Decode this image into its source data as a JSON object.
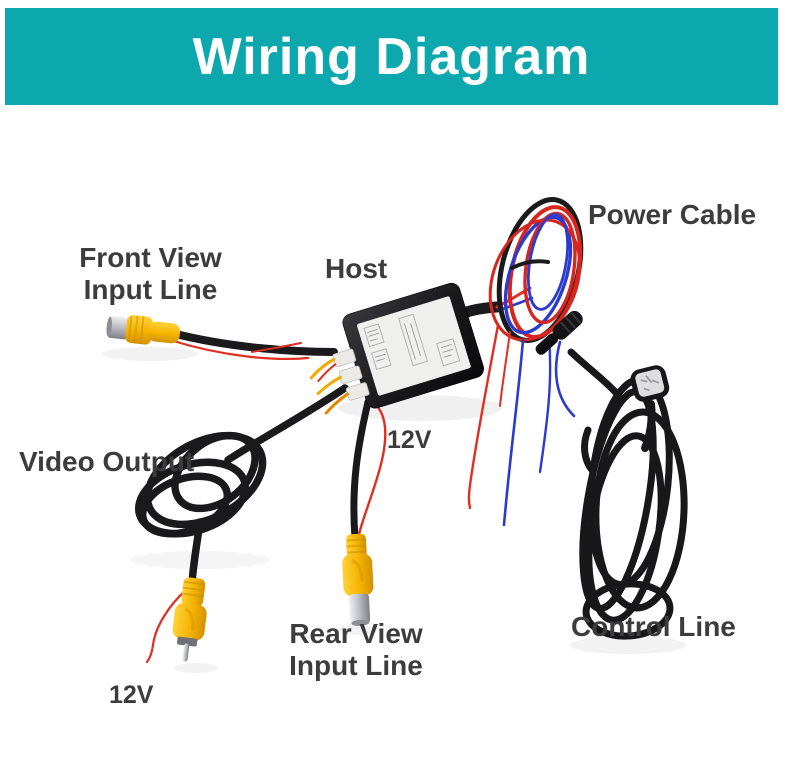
{
  "banner": {
    "title": "Wiring Diagram",
    "bg_color": "#0CA8AE",
    "text_color": "#FFFFFF"
  },
  "labels": {
    "front_input": {
      "line1": "Front View",
      "line2": "Input Line"
    },
    "host": {
      "text": "Host"
    },
    "power_cable": {
      "text": "Power Cable"
    },
    "video_output": {
      "text": "Video Output"
    },
    "rear_input": {
      "line1": "Rear View",
      "line2": "Input Line"
    },
    "control_line": {
      "text": "Control Line"
    },
    "rear_12v": {
      "text": "12V"
    },
    "video_12v": {
      "text": "12V"
    }
  },
  "colors": {
    "label_text": "#3C3C3C",
    "cable_black": "#1A1A1C",
    "wire_red": "#E02F22",
    "wire_blue": "#2B3BD0",
    "connector_yellow": "#F5B300",
    "connector_silver": "#B9BCC2",
    "host_label": "#EFEFED"
  }
}
